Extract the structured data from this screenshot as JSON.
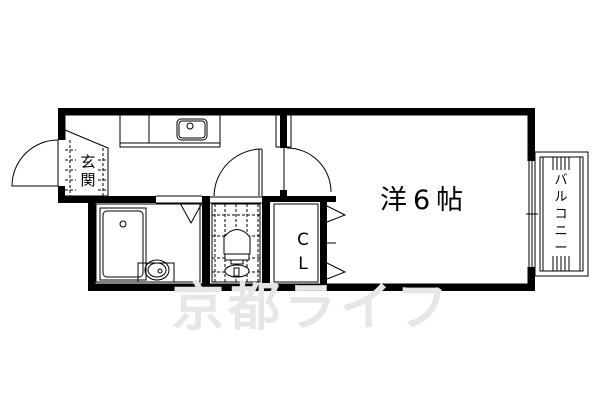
{
  "floor_plan": {
    "rooms": {
      "western_room": {
        "label": "洋6帖",
        "type": "Western-style room",
        "size_tatami": 6
      },
      "entrance": {
        "label": "玄関",
        "label_lines": [
          "玄",
          "関"
        ]
      },
      "closet": {
        "label": "CL",
        "label_lines": [
          "C",
          "L"
        ]
      },
      "balcony": {
        "label": "バルコニー",
        "label_lines": [
          "バ",
          "ル",
          "コ",
          "ニ",
          "ー"
        ]
      },
      "kitchen": {
        "label": ""
      },
      "bathroom": {
        "label": ""
      },
      "toilet": {
        "label": ""
      }
    },
    "watermark": "京都ライフ",
    "colors": {
      "wall": "#000000",
      "background": "#ffffff",
      "watermark": "#e6e6e6"
    }
  }
}
